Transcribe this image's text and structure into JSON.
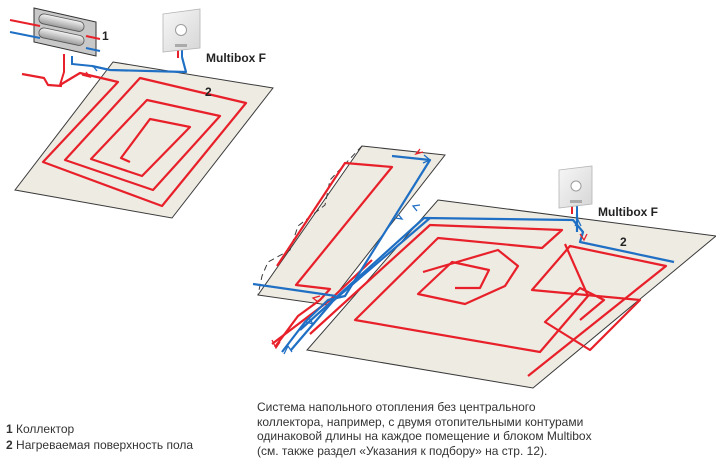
{
  "labels": {
    "collector_marker": "1",
    "surface_marker_1": "2",
    "surface_marker_2": "2",
    "multibox_1": "Multibox F",
    "multibox_2": "Multibox F"
  },
  "legend": [
    {
      "num": "1",
      "text": "Коллектор"
    },
    {
      "num": "2",
      "text": "Нагреваемая поверхность пола"
    }
  ],
  "caption": [
    "Система напольного отопления без центрального",
    "коллектора, например, с двумя отопительными контурами",
    "одинаковой длины на каждое помещение и блоком Multibox",
    "(см. также раздел «Указания к подбору» на стр. 12)."
  ],
  "colors": {
    "supply": "#e8202a",
    "return": "#1f6fc4",
    "floor": "#eeebe3",
    "outline": "#3a3a3a"
  }
}
